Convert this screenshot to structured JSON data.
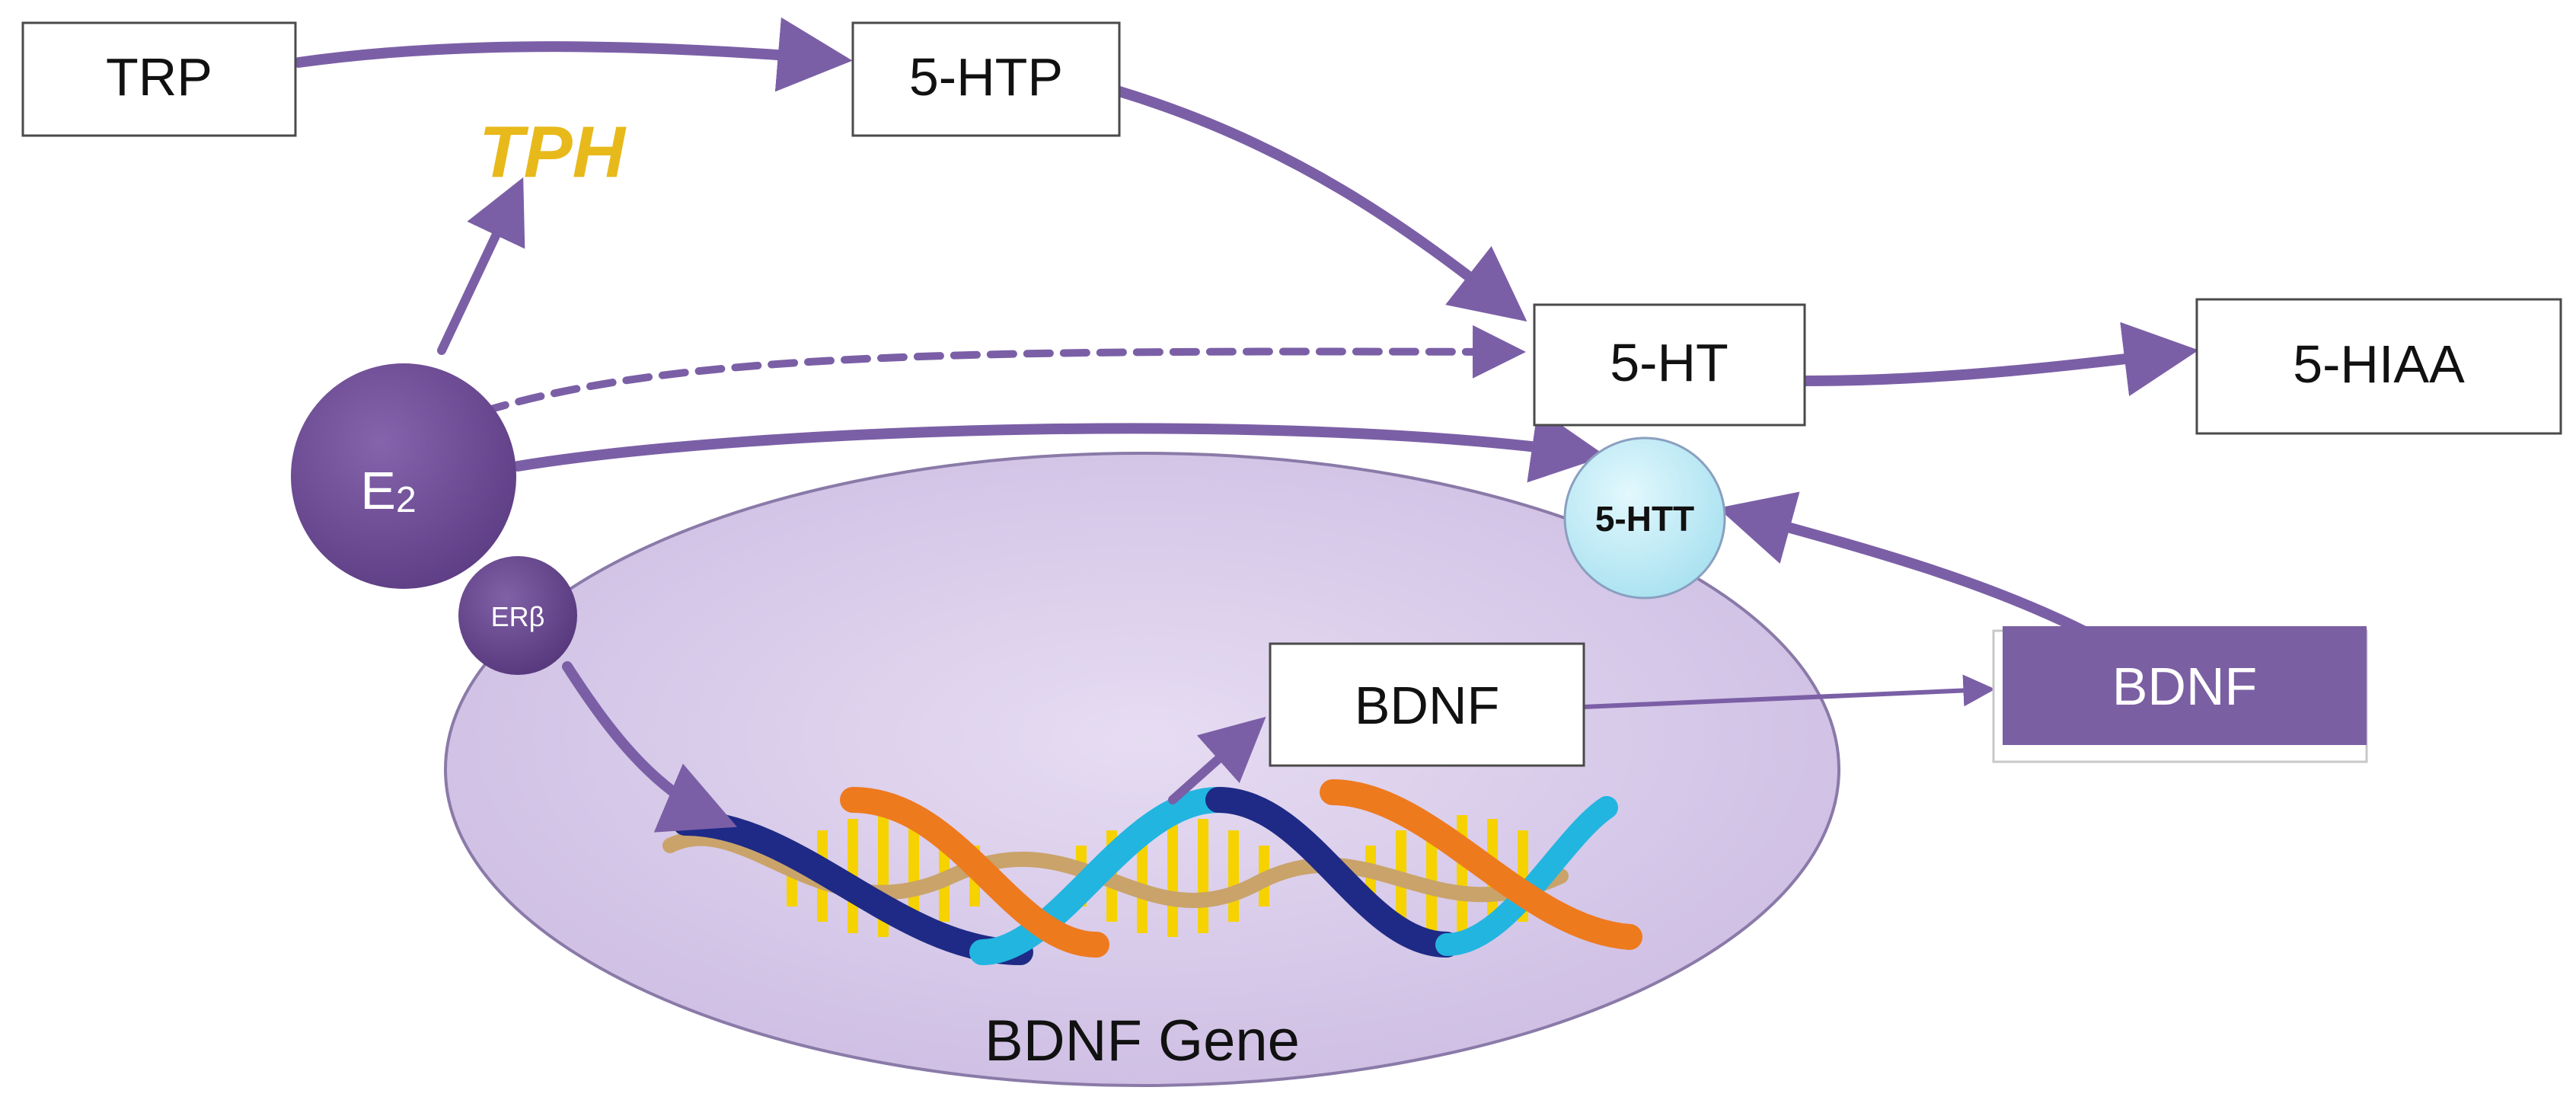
{
  "nodes": {
    "trp": "TRP",
    "five_htp": "5-HTP",
    "tph": "TPH",
    "five_ht": "5-HT",
    "five_hiaa": "5-HIAA",
    "e2_main": "E",
    "e2_sub": "2",
    "er_beta": "ERβ",
    "five_htt": "5-HTT",
    "bdnf_inner": "BDNF",
    "bdnf_outer": "BDNF",
    "bdnf_gene": "BDNF Gene"
  },
  "colors": {
    "arrow": "#7B5FA6",
    "box_border": "#4a4a4a",
    "tph_text": "#E8B91A",
    "e2_fill": "#6E4B94",
    "er_beta_fill": "#694790",
    "htt_fill": "#BCEBF5",
    "htt_border": "#8A9FC0",
    "nucleus_fill": "#D9CCEB",
    "nucleus_border": "#8A7AA8",
    "bdnf_outer_fill": "#7B5FA3",
    "dna_dark_blue": "#1E2A86",
    "dna_orange": "#EE7A1E",
    "dna_cyan": "#22B5E0",
    "dna_tan": "#C9A36A",
    "dna_rungs": "#F5D200"
  }
}
